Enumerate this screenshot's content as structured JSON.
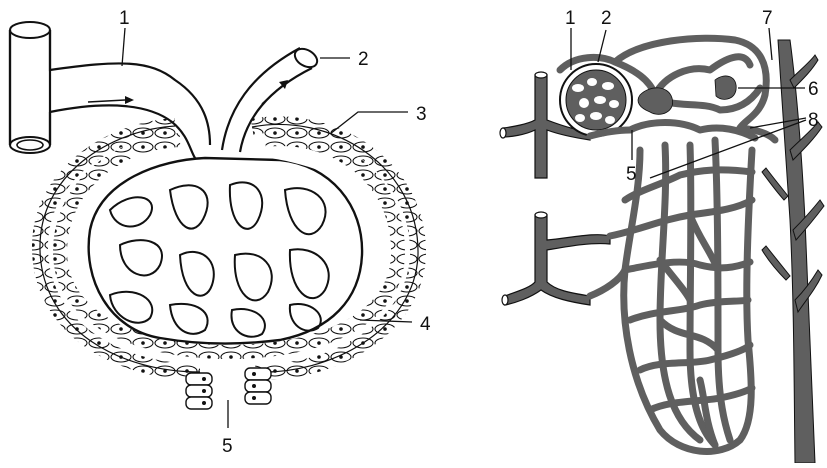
{
  "colors": {
    "ink": "#111111",
    "vessel_fill": "#5f5f5f",
    "paper": "#ffffff"
  },
  "left_figure": {
    "labels": {
      "l1": "1",
      "l2": "2",
      "l3": "3",
      "l4": "4",
      "l5": "5"
    }
  },
  "right_figure": {
    "labels": {
      "r1": "1",
      "r2": "2",
      "r5": "5",
      "r6": "6",
      "r7": "7",
      "r8": "8"
    }
  }
}
